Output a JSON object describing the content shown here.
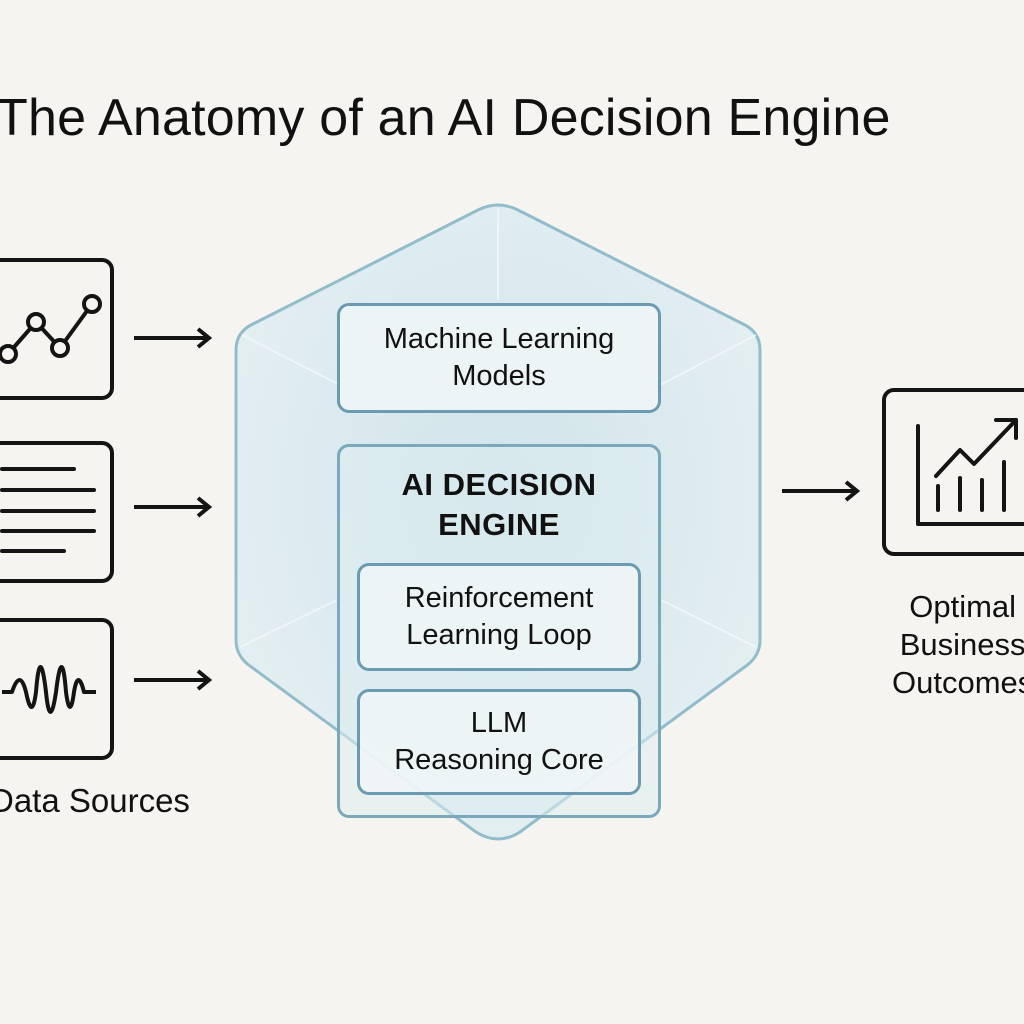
{
  "title": "The Anatomy of an AI Decision Engine",
  "inputs": {
    "label": "Data Sources",
    "items": [
      {
        "icon": "line-chart-icon"
      },
      {
        "icon": "document-lines-icon"
      },
      {
        "icon": "waveform-icon"
      }
    ]
  },
  "engine": {
    "top_card": {
      "line1": "Machine Learning",
      "line2": "Models"
    },
    "title_line1": "AI DECISION",
    "title_line2": "ENGINE",
    "cards": [
      {
        "line1": "Reinforcement",
        "line2": "Learning Loop"
      },
      {
        "line1": "LLM",
        "line2": "Reasoning Core"
      }
    ]
  },
  "output": {
    "icon": "growth-chart-icon",
    "line1": "Optimal",
    "line2": "Business",
    "line3": "Outcomes"
  },
  "colors": {
    "background": "#f6f4f0",
    "ink": "#141414",
    "accent_border": "#6a9bb0",
    "hex_fill": "#d4e8ee"
  }
}
